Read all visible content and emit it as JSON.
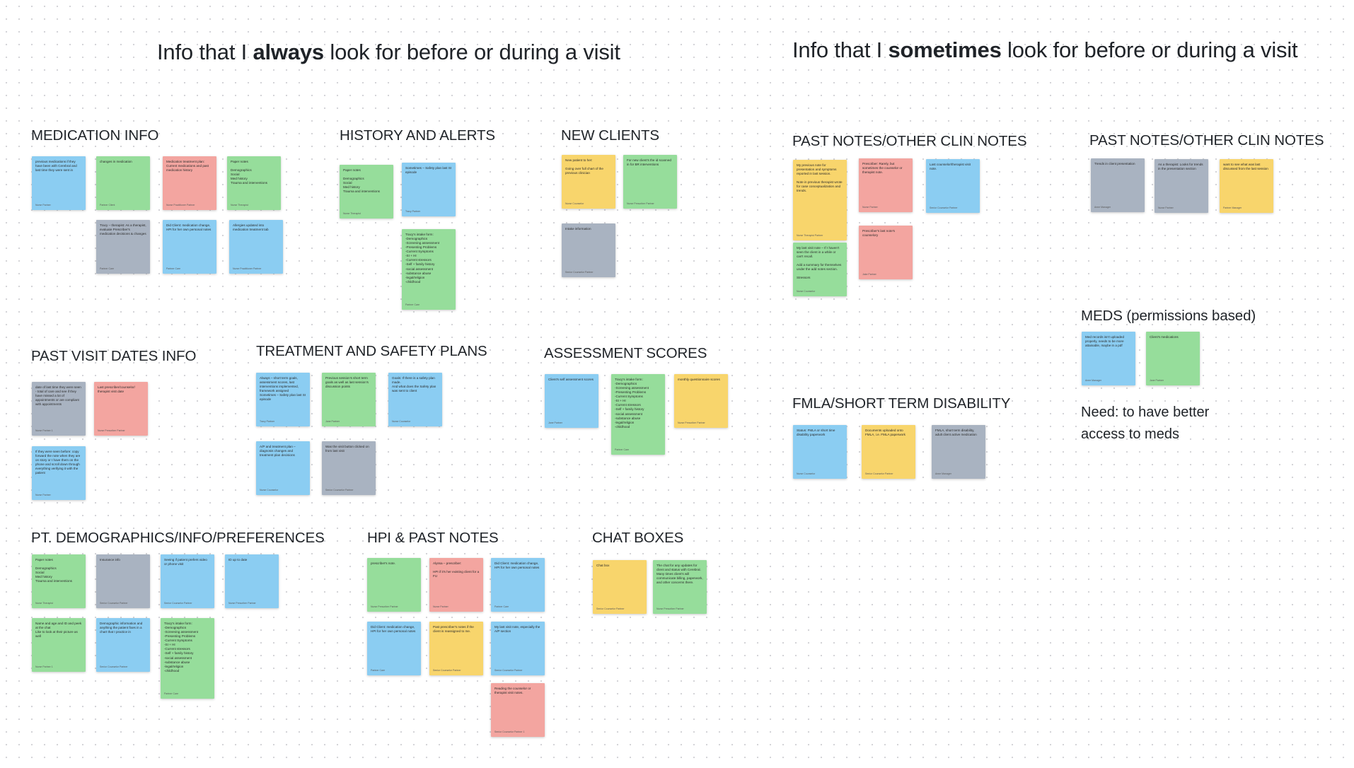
{
  "titles": {
    "always": {
      "pre": "Info that I ",
      "bold": "always",
      "post": " look for before or during a visit"
    },
    "sometimes": {
      "pre": "Info that I ",
      "bold": "sometimes",
      "post": " look for before or during a visit"
    }
  },
  "sections": {
    "medication_info": "MEDICATION INFO",
    "history_alerts": "HISTORY AND ALERTS",
    "new_clients": "NEW CLIENTS",
    "past_visit_dates": "PAST VISIT DATES INFO",
    "treatment_safety": "TREATMENT AND SAFETY PLANS",
    "assessment_scores": "ASSESSMENT SCORES",
    "demographics": "PT. DEMOGRAPHICS/INFO/PREFERENCES",
    "hpi_past_notes": "HPI & PAST NOTES",
    "chat_boxes": "CHAT BOXES",
    "past_notes_1": "PAST NOTES/OTHER CLIN NOTES",
    "past_notes_2": "PAST NOTES/OTHER CLIN NOTES",
    "meds_permissions": "MEDS (permissions based)",
    "fmla": "FMLA/SHORT TERM DISABILITY"
  },
  "need_text": "Need: to have better\naccess to meds",
  "notes": {
    "m1": {
      "text": "previous medications if they have been with Cerebral and last time they were sent in",
      "author": "Nurse Partner"
    },
    "m2": {
      "text": "changes in medication",
      "author": "Partner Client"
    },
    "m3": {
      "text": "Medication treatment plan: Current medications and past medication history",
      "author": "Nurse Practitioner Partner"
    },
    "m4": {
      "text": "Paper notes\n\nDemographics\nSocial\nMed history\nTrauma and interventions",
      "author": "Nurse Therapist"
    },
    "m5": {
      "text": "Tracy – therapist: As a therapist, evaluate Prescriber's medication decisions & changes",
      "author": "Partner Care"
    },
    "m6": {
      "text": "Did Client: medication change, HPI for her own personal notes",
      "author": "Partner Care"
    },
    "m7": {
      "text": "Allergies updated into medication treatment tab",
      "author": "Nurse Practitioner Partner"
    },
    "h1": {
      "text": "Paper notes\n\nDemographics\nSocial\nMed history\nTrauma and interventions",
      "author": "Nurse Therapist"
    },
    "h2": {
      "text": "Sometimes – Safety plan last SI episode",
      "author": "Tracy Partner"
    },
    "h3": {
      "text": "Tracy's intake form:\n-Demographics\n-Screening assessment\n-Presenting Problems\n-Current Symptoms\n-SI + HI\n-Current stressors\n-Self + family history\n-social assessment\n-substance abuse\n-legal/religion\n-childhood",
      "author": "Partner Care"
    },
    "n1": {
      "text": "New patient to her:\n\nGoing over full chart of the previous clinician",
      "author": "Nurse Counselor"
    },
    "n2": {
      "text": "For new client's the id scanned in for BR interventions",
      "author": "Nurse Prescriber Partner"
    },
    "n3": {
      "text": "Intake information",
      "author": "Senior Counselor Partner"
    },
    "p1": {
      "text": "date of last time they were seen - total of care and see if they have missed a lot of appointments or are compliant with appointments",
      "author": "Nurse Partner 1"
    },
    "p2": {
      "text": "Last prescriber/counselor/ therapist visit date",
      "author": "Nurse Prescriber Partner"
    },
    "p3": {
      "text": "If they were seen before: copy forward the note when they are on story or I have them on the phone and scroll down through everything verifying it with the patient",
      "author": "Nurse Partner"
    },
    "t1": {
      "text": "Always – short term goals, assessment scores, last interventions implemented, framework assigned\nSometimes – Safety plan last SI episode",
      "author": "Tracy Partner"
    },
    "t2": {
      "text": "Previous session's short term goals as well as last session's discussion points",
      "author": "Jane Partner"
    },
    "t3": {
      "text": "Goals: If there is a safety plan made.\nAnd what does the Safety plan was sent to client",
      "author": "Nurse Counselor"
    },
    "t4": {
      "text": "A/P and treatment plan – diagnosis changes and treatment plan decisions",
      "author": "Nurse Counselor"
    },
    "t5": {
      "text": "Was the visit button clicked on from last visit",
      "author": "Senior Counselor Partner"
    },
    "a1": {
      "text": "Client's self assessment scores",
      "author": "Jane Partner"
    },
    "a2": {
      "text": "Tracy's intake form:\n-Demographics\n-Screening assessment\n-Presenting Problems\n-Current Symptoms\n-SI + HI\n-Current stressors\n-Self + family history\n-social assessment\n-substance abuse\n-legal/religion\n-childhood",
      "author": "Partner Care"
    },
    "a3": {
      "text": "monthly questionnaire scores",
      "author": "Nurse Prescriber Partner"
    },
    "d1": {
      "text": "Paper notes\n\nDemographics\nSocial\nMed history\nTrauma and interventions",
      "author": "Nurse Therapist"
    },
    "d2": {
      "text": "Insurance info",
      "author": "Senior Counselor Partner"
    },
    "d3": {
      "text": "Seeing if patient prefers video or phone visit",
      "author": "Senior Counselor Partner"
    },
    "d4": {
      "text": "ID up to date",
      "author": "Nurse Prescriber Partner"
    },
    "d5": {
      "text": "Name and age and ID and peek at the chat\nLike to look at their picture as well",
      "author": "Nurse Partner 1"
    },
    "d6": {
      "text": "Demographic information and anything the patient fixes in a chart that I practice in",
      "author": "Senior Counselor Partner"
    },
    "d7": {
      "text": "Tracy's intake form:\n-Demographics\n-Screening assessment\n-Presenting Problems\n-Current Symptoms\n-SI + HI\n-Current stressors\n-Self + family history\n-social assessment\n-substance abuse\n-legal/religion\n-childhood",
      "author": "Partner Care"
    },
    "hp1": {
      "text": "prescriber's note.",
      "author": "Nurse Prescriber Partner"
    },
    "hp2": {
      "text": "Alyssa – prescriber:\n\nHPI if it's her existing client for a FU",
      "author": "Nurse Partner"
    },
    "hp3": {
      "text": "Did Client: medication change, HPI for her own personal notes",
      "author": "Partner Care"
    },
    "hp4": {
      "text": "Did Client: medication change, HPI for her own personal notes",
      "author": "Partner Care"
    },
    "hp5": {
      "text": "Past prescriber's notes if the client is reassigned to me.",
      "author": "Senior Counselor Partner"
    },
    "hp6": {
      "text": "My last visit note, especially the A/P section",
      "author": "Senior Counselor Partner"
    },
    "hp7": {
      "text": "Reading the counselor or therapist visit notes.",
      "author": "Senior Counselor Partner 1"
    },
    "cb1": {
      "text": "Chat box",
      "author": "Senior Counselor Partner"
    },
    "cb2": {
      "text": "The chat for any updates for client and status with Cerebral. Many times client's will communicate billing, paperwork, and other concerns there.",
      "author": "Nurse Prescriber Partner"
    },
    "s1": {
      "text": "My previous note for presentation and symptoms reported in last session.\n\nNote in previous therapist wrote for case conceptualization and trends.",
      "author": "Nurse Therapist Partner"
    },
    "s2": {
      "text": "Prescriber: Rarely, but sometimes the counselor or therapist note.",
      "author": "Nurse Partner"
    },
    "s3": {
      "text": "Last counselor/therapist visit note.",
      "author": "Senior Counselor Partner"
    },
    "s4": {
      "text": "My last visit note – If I haven't seen the client in a while or can't recall.\n\nAdd a summary for themselves under the add notes section.\n\nStressors",
      "author": "Nurse Counselor"
    },
    "s5": {
      "text": "Prescriber's last note's counselory",
      "author": "Jake Partner"
    },
    "s6": {
      "text": "Trends in client presentation",
      "author": "Anne Manager"
    },
    "s7": {
      "text": "As a therapist: Looks for trends in the presentation section",
      "author": "Nurse Partner"
    },
    "s8": {
      "text": "want to see what was last discussed from the last session",
      "author": "Partner Manager"
    },
    "mp1": {
      "text": "Med records isn't uploaded properly, needs to be more attainable, maybe in a pdf",
      "author": "Anne Manager"
    },
    "mp2": {
      "text": "Client's medications",
      "author": "Jane Partner"
    },
    "f1": {
      "text": "Status: FMLA or short time disability paperwork",
      "author": "Nurse Counselor"
    },
    "f2": {
      "text": "Documents uploaded onto FMLA, i.e. FMLA paperwork",
      "author": "Senior Counselor Partner"
    },
    "f3": {
      "text": "FMLA, short term disability, adult client active medication",
      "author": "Anne Manager"
    }
  }
}
